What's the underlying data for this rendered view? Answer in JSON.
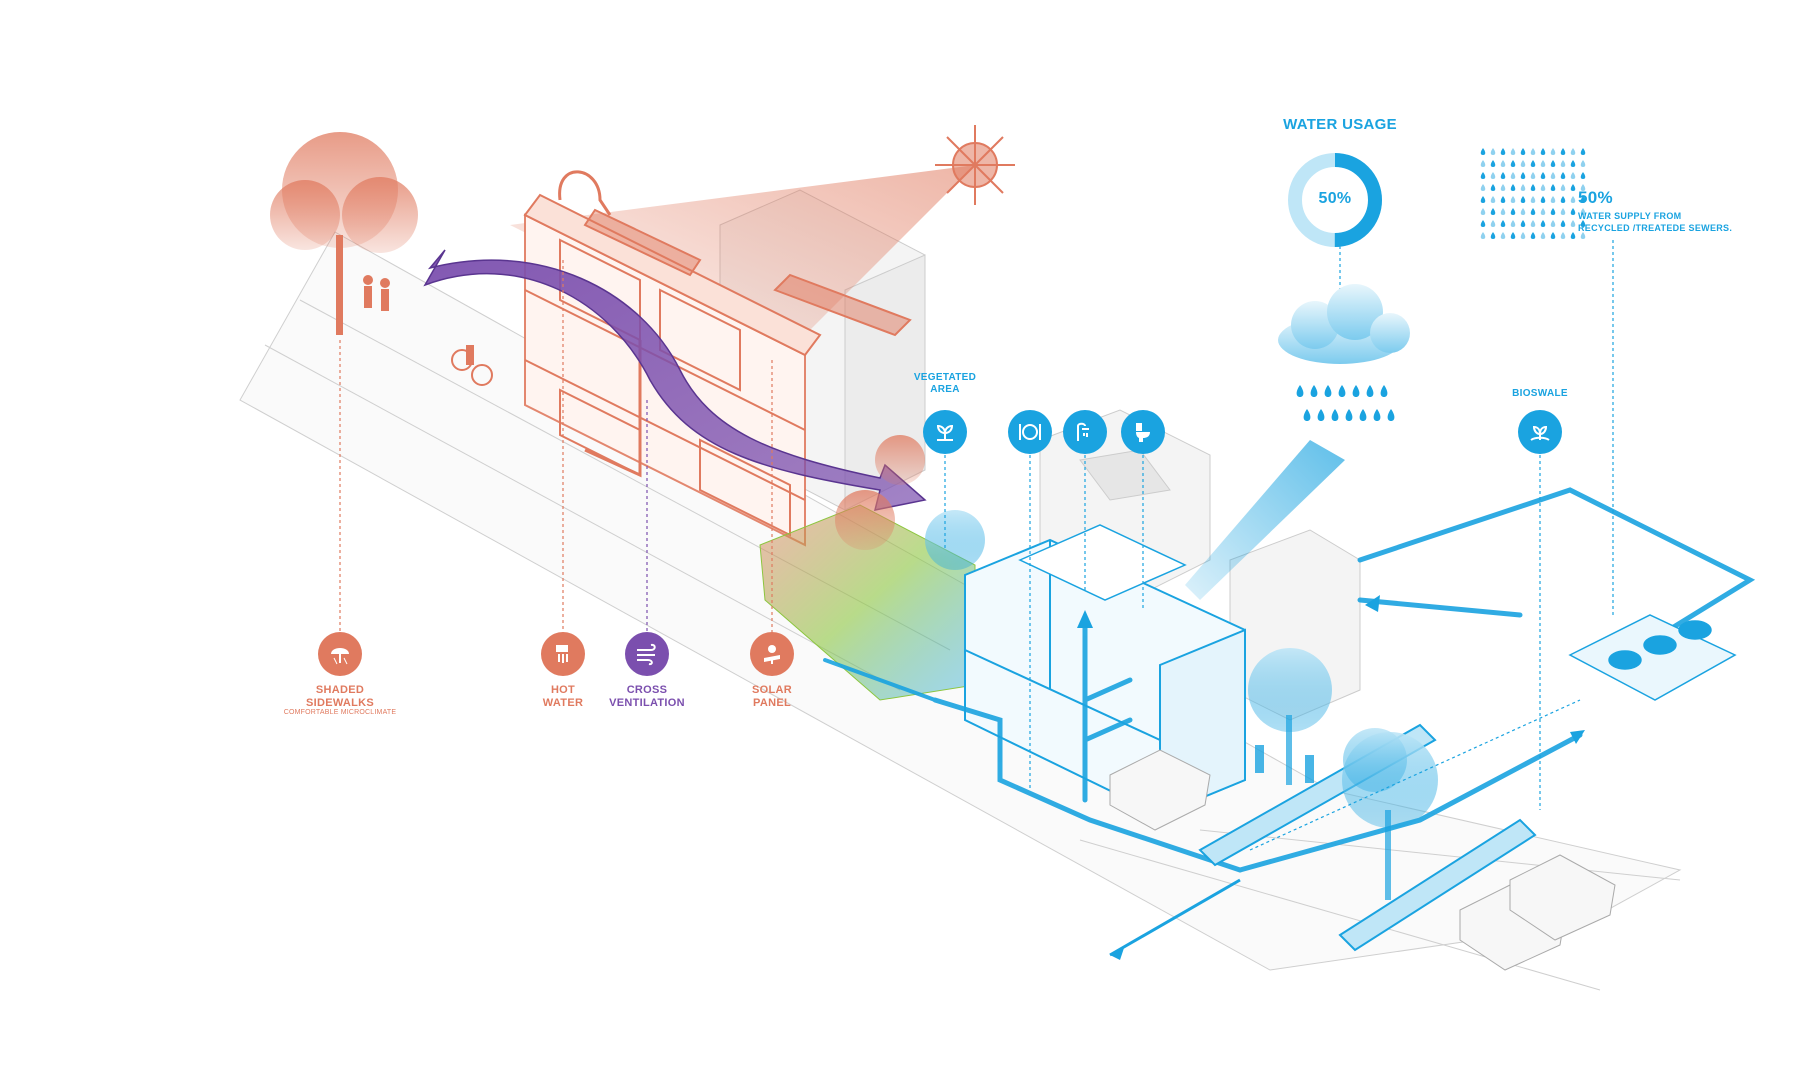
{
  "water_usage": {
    "title": "WATER USAGE",
    "percent_label": "50%",
    "usage_fraction": 0.5
  },
  "recycled": {
    "percent_label": "50%",
    "line1": "WATER SUPPLY FROM",
    "line2": "RECYCLED /TREATEDE SEWERS."
  },
  "labels": {
    "shaded_sidewalks_1": "SHADED",
    "shaded_sidewalks_2": "SIDEWALKS",
    "shaded_sidewalks_sub": "COMFORTABLE MICROCLIMATE",
    "hot_water_1": "HOT",
    "hot_water_2": "WATER",
    "cross_ventilation_1": "CROSS",
    "cross_ventilation_2": "VENTILATION",
    "solar_panel_1": "SOLAR",
    "solar_panel_2": "PANEL",
    "vegetated_area_1": "VEGETATED",
    "vegetated_area_2": "AREA",
    "bioswale": "BIOSWALE"
  },
  "icons": [
    "shade-icon",
    "hot-water-icon",
    "wind-icon",
    "solar-panel-icon",
    "plant-icon",
    "dining-icon",
    "shower-icon",
    "toilet-icon",
    "bioswale-icon",
    "sun-icon",
    "cloud-icon",
    "raindrop-icon"
  ],
  "colors": {
    "warm": "#e07a5f",
    "purple": "#7b4fae",
    "blue": "#1aa3e0",
    "light_blue": "#bfe6f7",
    "green": "#8cc63f"
  }
}
